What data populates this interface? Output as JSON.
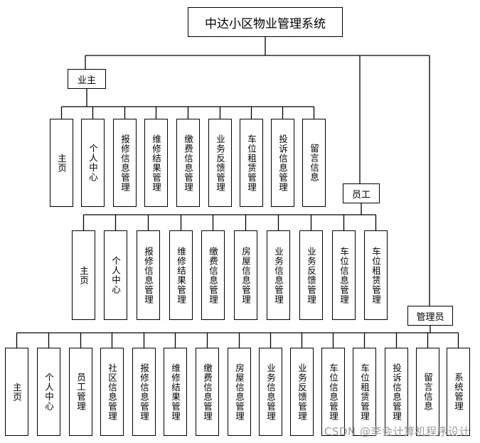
{
  "title": "中达小区物业管理系统",
  "roles": [
    {
      "name": "业主",
      "items": [
        "主页",
        "个人中心",
        "报修信息管理",
        "维修结果管理",
        "缴费信息管理",
        "业务反馈管理",
        "车位租赁管理",
        "投诉信息管理",
        "留言信息"
      ]
    },
    {
      "name": "员工",
      "items": [
        "主页",
        "个人中心",
        "报修信息管理",
        "维修结果管理",
        "缴费信息管理",
        "房屋信息管理",
        "业务信息管理",
        "业务反馈管理",
        "车位信息管理",
        "车位租赁管理"
      ]
    },
    {
      "name": "管理员",
      "items": [
        "主页",
        "个人中心",
        "员工管理",
        "社区信息管理",
        "报修信息管理",
        "维修结果管理",
        "缴费信息管理",
        "房屋信息管理",
        "业务信息管理",
        "业务反馈管理",
        "车位信息管理",
        "车位租赁管理",
        "投诉信息管理",
        "留言信息",
        "系统管理"
      ]
    }
  ],
  "watermark": "CSDN @李会计算机程序设计"
}
